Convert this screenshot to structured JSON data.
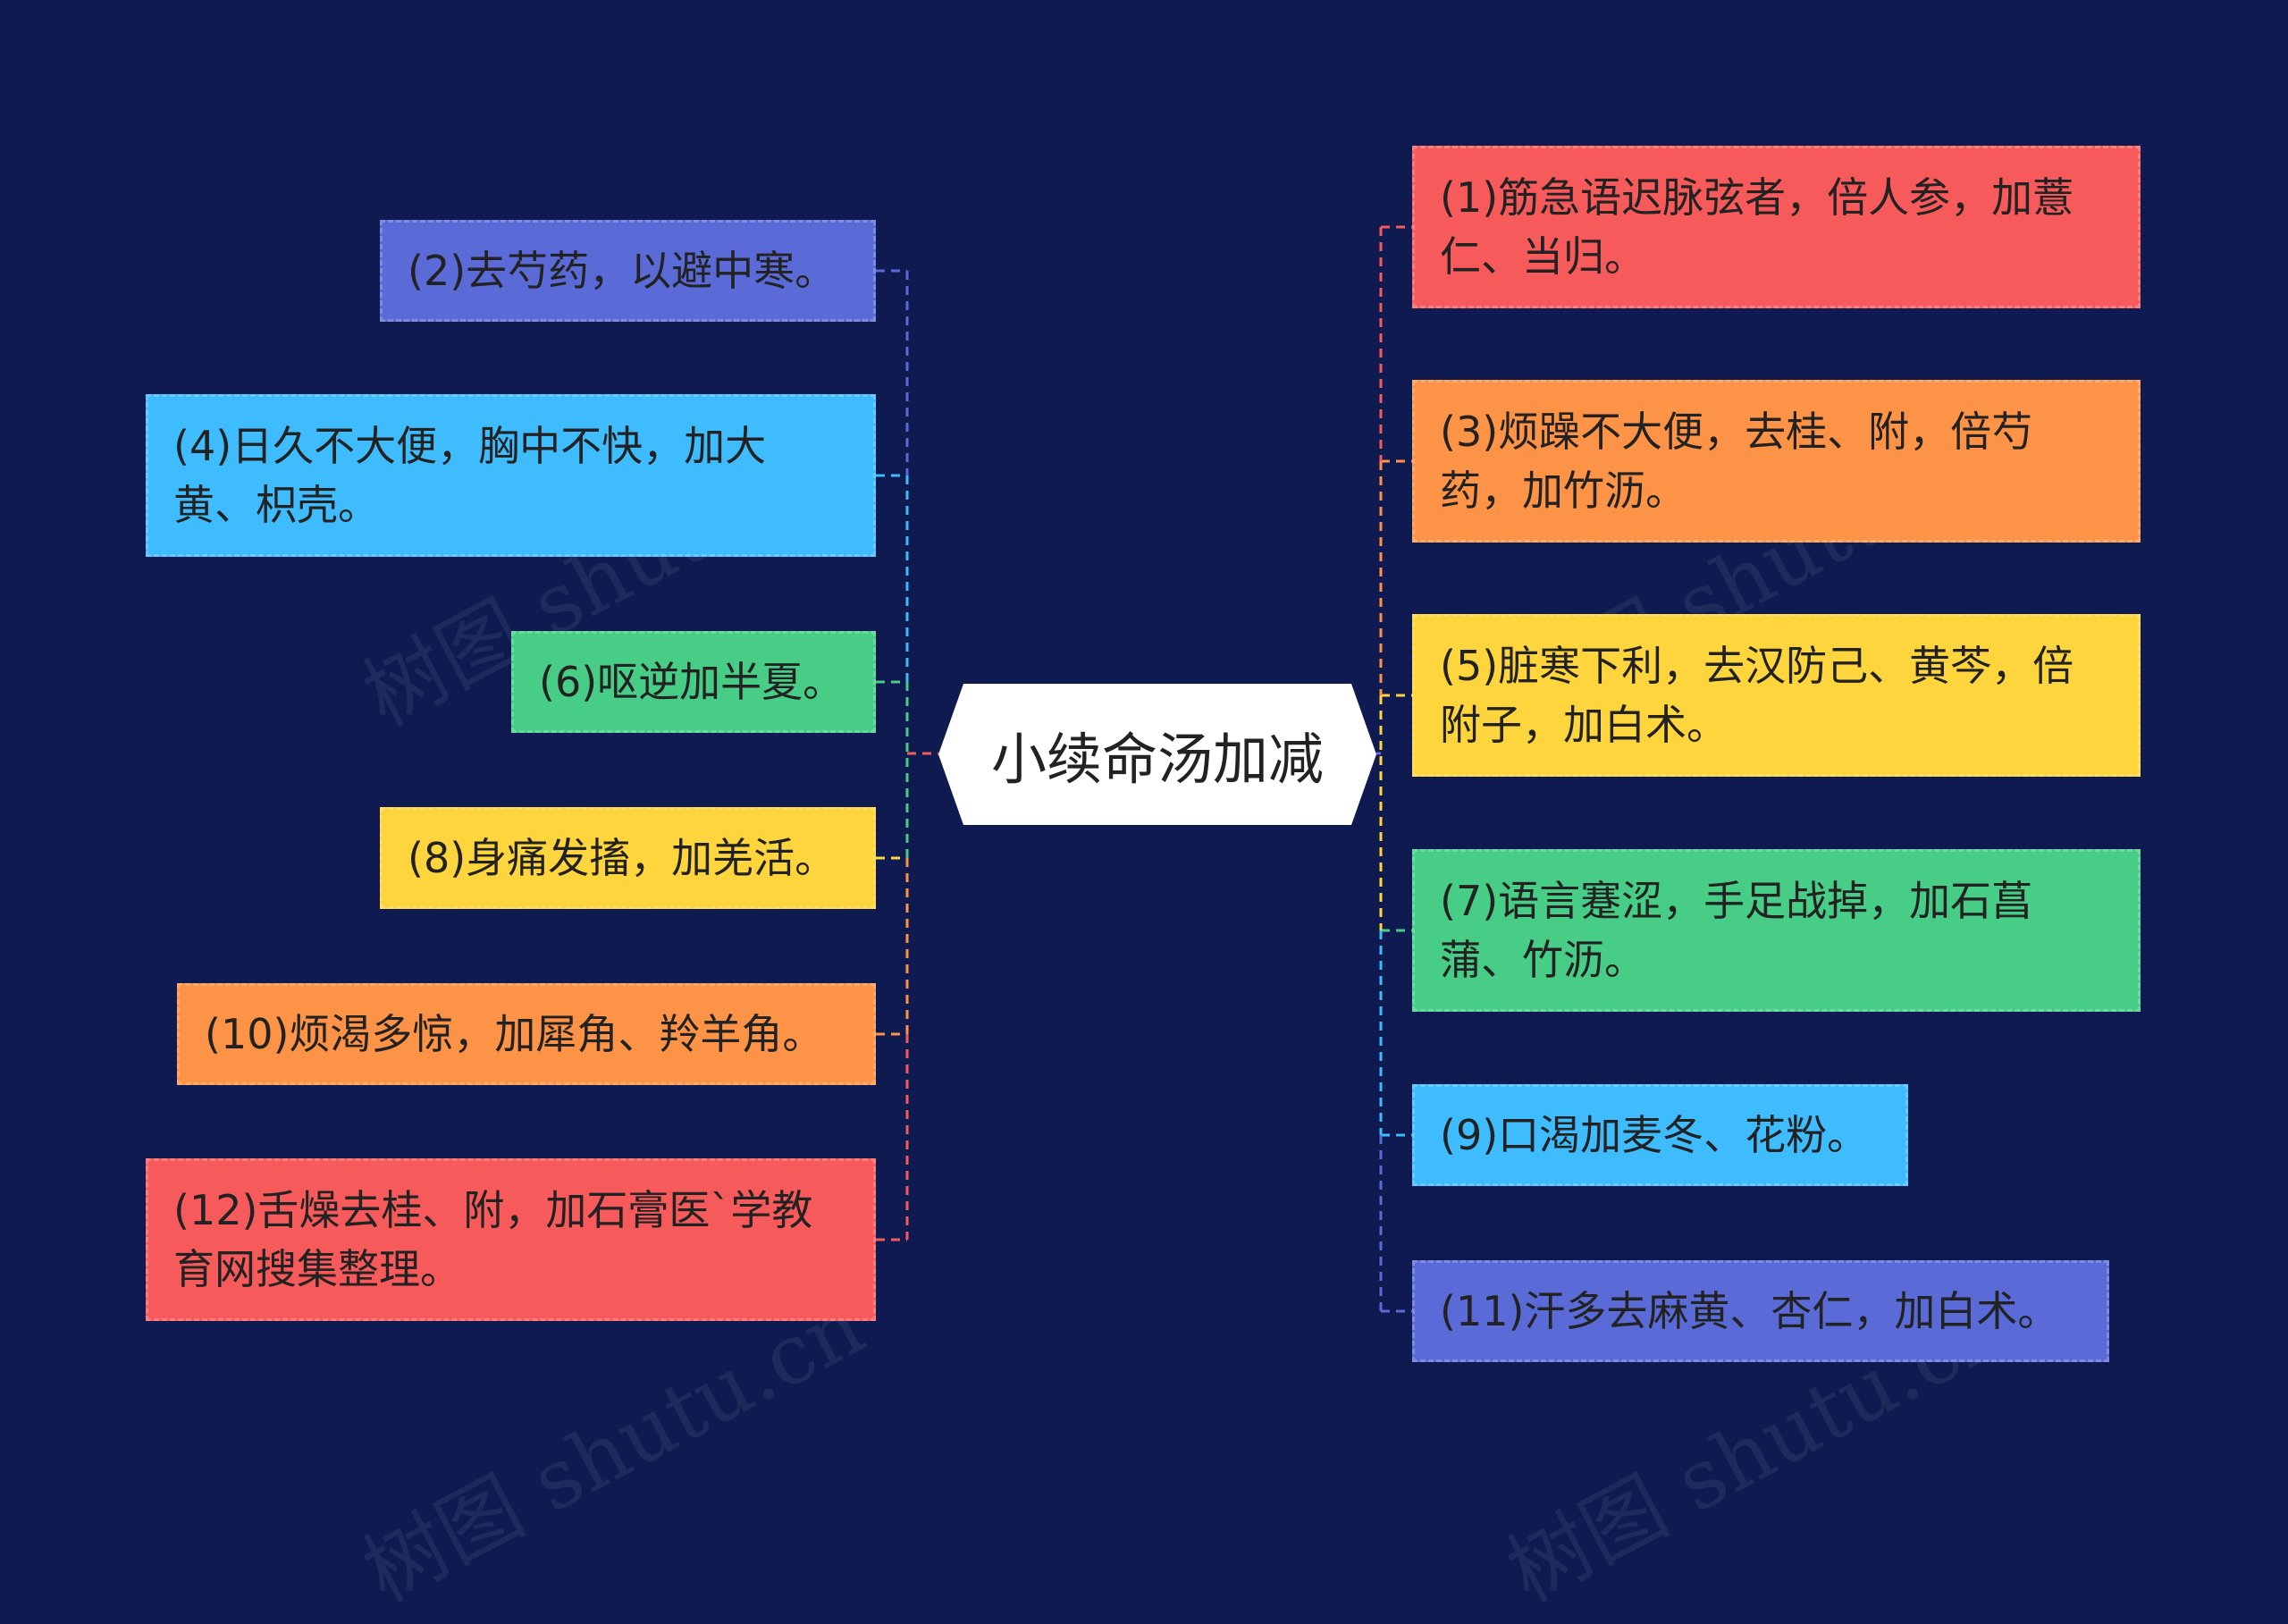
{
  "center": {
    "label": "小续命汤加减"
  },
  "colors": {
    "background": "#0e1a50",
    "red": "#f65a5b",
    "orange": "#fd9346",
    "yellow": "#ffd53e",
    "green": "#48cd86",
    "cyan": "#3fbcfd",
    "indigo": "#5a6ad6"
  },
  "left_items": [
    {
      "text": "(2)去芍药，以避中寒。",
      "color": "indigo"
    },
    {
      "text": "(4)日久不大便，胸中不快，加大黄、枳壳。",
      "color": "cyan"
    },
    {
      "text": "(6)呕逆加半夏。",
      "color": "green"
    },
    {
      "text": "(8)身痛发搐，加羌活。",
      "color": "yellow"
    },
    {
      "text": "(10)烦渴多惊，加犀角、羚羊角。",
      "color": "orange"
    },
    {
      "text": "(12)舌燥去桂、附，加石膏医`学教育网搜集整理。",
      "color": "red"
    }
  ],
  "right_items": [
    {
      "text": "(1)筋急语迟脉弦者，倍人参，加薏仁、当归。",
      "color": "red"
    },
    {
      "text": "(3)烦躁不大便，去桂、附，倍芍药，加竹沥。",
      "color": "orange"
    },
    {
      "text": "(5)脏寒下利，去汉防己、黄芩，倍附子，加白术。",
      "color": "yellow"
    },
    {
      "text": "(7)语言蹇涩，手足战掉，加石菖蒲、竹沥。",
      "color": "green"
    },
    {
      "text": "(9)口渴加麦冬、花粉。",
      "color": "cyan"
    },
    {
      "text": "(11)汗多去麻黄、杏仁，加白术。",
      "color": "indigo"
    }
  ],
  "watermark": "树图 shutu.cn"
}
